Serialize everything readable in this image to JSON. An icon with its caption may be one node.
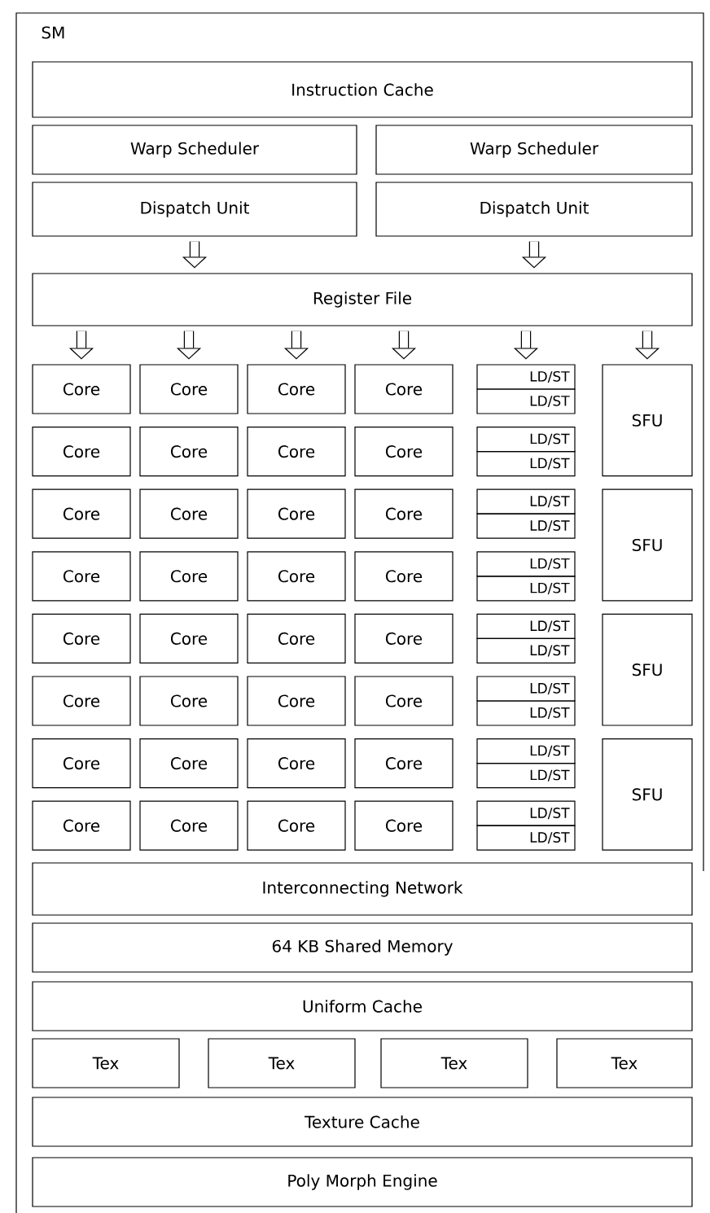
{
  "diagram": {
    "nodes": [
      {
        "text": [
          "SM"
        ]
      },
      {
        "text": [
          "Instruction Cache"
        ],
        "in": 0
      },
      {
        "text": [
          "Warp Scheduler"
        ],
        "in": 0
      },
      {
        "text": [
          "Warp Scheduler"
        ],
        "in": 0
      },
      {
        "text": [
          "Dispatch Unit"
        ],
        "in": 0
      },
      {
        "text": [
          "Dispatch Unit"
        ],
        "in": 0
      },
      {
        "text": [
          "Register File"
        ],
        "in": 0
      },
      {
        "text": [
          "Core"
        ],
        "in": 0
      },
      {
        "text": [
          "Core"
        ],
        "in": 0
      },
      {
        "text": [
          "Core"
        ],
        "in": 0
      },
      {
        "text": [
          "Core"
        ],
        "in": 0
      },
      {
        "text": [
          "LD/ST"
        ],
        "in": 0
      },
      {
        "text": [
          "LD/ST"
        ],
        "in": 0
      },
      {
        "text": [
          "SFU"
        ],
        "in": 0
      },
      {
        "text": [
          "Core"
        ],
        "in": 0
      },
      {
        "text": [
          "Core"
        ],
        "in": 0
      },
      {
        "text": [
          "Core"
        ],
        "in": 0
      },
      {
        "text": [
          "Core"
        ],
        "in": 0
      },
      {
        "text": [
          "LD/ST"
        ],
        "in": 0
      },
      {
        "text": [
          "LD/ST"
        ],
        "in": 0
      },
      {
        "text": [
          "Core"
        ],
        "in": 0
      },
      {
        "text": [
          "Core"
        ],
        "in": 0
      },
      {
        "text": [
          "Core"
        ],
        "in": 0
      },
      {
        "text": [
          "Core"
        ],
        "in": 0
      },
      {
        "text": [
          "LD/ST"
        ],
        "in": 0
      },
      {
        "text": [
          "LD/ST"
        ],
        "in": 0
      },
      {
        "text": [
          "SFU"
        ],
        "in": 0
      },
      {
        "text": [
          "Core"
        ],
        "in": 0
      },
      {
        "text": [
          "Core"
        ],
        "in": 0
      },
      {
        "text": [
          "Core"
        ],
        "in": 0
      },
      {
        "text": [
          "Core"
        ],
        "in": 0
      },
      {
        "text": [
          "LD/ST"
        ],
        "in": 0
      },
      {
        "text": [
          "LD/ST"
        ],
        "in": 0
      },
      {
        "text": [
          "Core"
        ],
        "in": 0
      },
      {
        "text": [
          "Core"
        ],
        "in": 0
      },
      {
        "text": [
          "Core"
        ],
        "in": 0
      },
      {
        "text": [
          "Core"
        ],
        "in": 0
      },
      {
        "text": [
          "LD/ST"
        ],
        "in": 0
      },
      {
        "text": [
          "LD/ST"
        ],
        "in": 0
      },
      {
        "text": [
          "SFU"
        ],
        "in": 0
      },
      {
        "text": [
          "Core"
        ],
        "in": 0
      },
      {
        "text": [
          "Core"
        ],
        "in": 0
      },
      {
        "text": [
          "Core"
        ],
        "in": 0
      },
      {
        "text": [
          "Core"
        ],
        "in": 0
      },
      {
        "text": [
          "LD/ST"
        ],
        "in": 0
      },
      {
        "text": [
          "LD/ST"
        ],
        "in": 0
      },
      {
        "text": [
          "Core"
        ],
        "in": 0
      },
      {
        "text": [
          "Core"
        ],
        "in": 0
      },
      {
        "text": [
          "Core"
        ],
        "in": 0
      },
      {
        "text": [
          "Core"
        ],
        "in": 0
      },
      {
        "text": [
          "LD/ST"
        ],
        "in": 0
      },
      {
        "text": [
          "LD/ST"
        ],
        "in": 0
      },
      {
        "text": [
          "SFU"
        ],
        "in": 0
      },
      {
        "text": [
          "Core"
        ],
        "in": 0
      },
      {
        "text": [
          "Core"
        ],
        "in": 0
      },
      {
        "text": [
          "Core"
        ],
        "in": 0
      },
      {
        "text": [
          "Core"
        ],
        "in": 0
      },
      {
        "text": [
          "LD/ST"
        ],
        "in": 0
      },
      {
        "text": [
          "LD/ST"
        ],
        "in": 0
      },
      {
        "text": [
          "Interconnecting Network"
        ],
        "in": 0
      },
      {
        "text": [
          "64 KB Shared Memory"
        ],
        "in": 0
      },
      {
        "text": [
          "Uniform Cache"
        ],
        "in": 0
      },
      {
        "text": [
          "Tex"
        ],
        "in": 0
      },
      {
        "text": [
          "Tex"
        ],
        "in": 0
      },
      {
        "text": [
          "Tex"
        ],
        "in": 0
      },
      {
        "text": [
          "Tex"
        ],
        "in": 0
      },
      {
        "text": [
          "Texture Cache"
        ],
        "in": 0
      },
      {
        "text": [
          "Poly Morph Engine"
        ],
        "in": 0
      }
    ],
    "edges": [
      {
        "from": 4,
        "to": 6,
        "arrow": "to"
      },
      {
        "from": 5,
        "to": 6,
        "arrow": "to"
      },
      {
        "from": 6,
        "to": 7,
        "arrow": "to"
      },
      {
        "from": 6,
        "to": 8,
        "arrow": "to"
      },
      {
        "from": 6,
        "to": 9,
        "arrow": "to"
      },
      {
        "from": 6,
        "to": 10,
        "arrow": "to"
      },
      {
        "from": 6,
        "to": 11,
        "arrow": "to"
      },
      {
        "from": 6,
        "to": 13,
        "arrow": "to"
      }
    ]
  }
}
